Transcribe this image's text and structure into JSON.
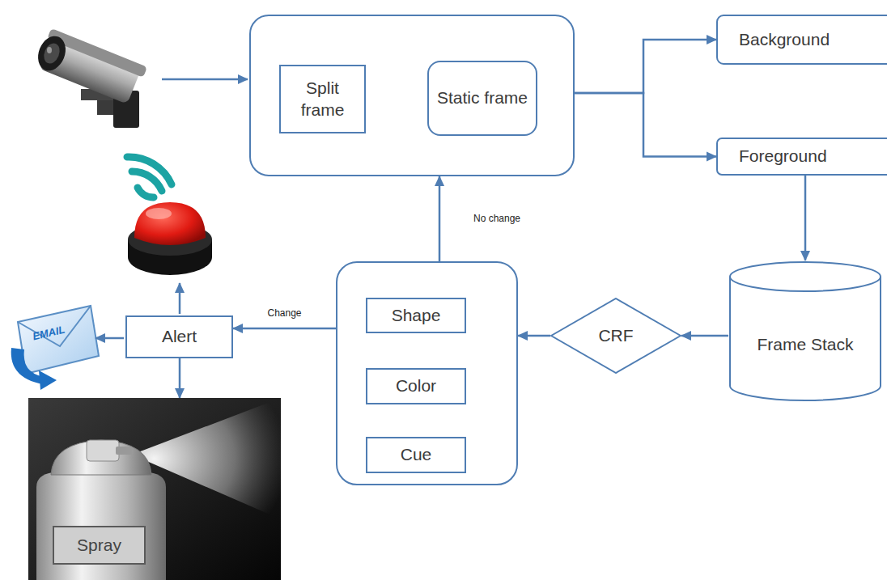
{
  "diagram": {
    "nodes": [
      {
        "text": []
      },
      {
        "text": [
          "Split frame"
        ],
        "in": 0
      },
      {
        "text": [
          "Static frame"
        ],
        "in": 0
      },
      {
        "text": [
          "Background"
        ]
      },
      {
        "text": [
          "Foreground"
        ]
      },
      {
        "text": [
          "Frame Stack"
        ]
      },
      {
        "text": [
          "CRF"
        ]
      },
      {
        "text": []
      },
      {
        "text": [
          "Shape"
        ],
        "in": 7
      },
      {
        "text": [
          "Color"
        ],
        "in": 7
      },
      {
        "text": [
          "Cue"
        ],
        "in": 7
      },
      {
        "text": [
          "Alert"
        ]
      },
      {
        "text": [
          "Spray"
        ]
      }
    ],
    "edges": [
      {
        "from": 0,
        "to": 3,
        "arrow": "to"
      },
      {
        "from": 0,
        "to": 4,
        "arrow": "to"
      },
      {
        "from": 4,
        "to": 5,
        "arrow": "to"
      },
      {
        "from": 5,
        "to": 6,
        "arrow": "to"
      },
      {
        "from": 6,
        "to": 7,
        "arrow": "to"
      },
      {
        "from": 7,
        "to": 0,
        "label": "No change",
        "arrow": "to"
      },
      {
        "from": 7,
        "to": 11,
        "label": "Change",
        "arrow": "to"
      },
      {
        "from": 11,
        "to": 12,
        "arrow": "to"
      }
    ],
    "labels": [
      "EMAIL"
    ]
  }
}
